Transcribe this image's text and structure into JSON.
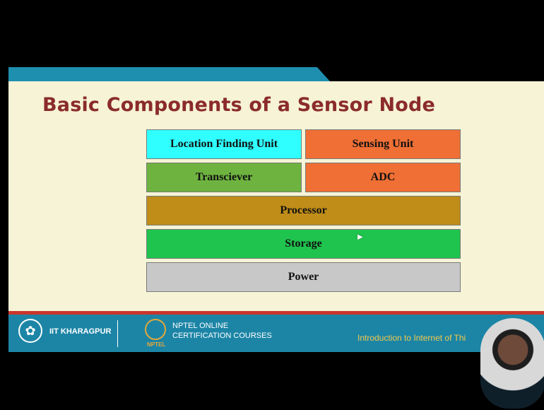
{
  "slide": {
    "title": "Basic Components of a Sensor Node",
    "boxes": [
      {
        "label": "Location Finding Unit",
        "color": "#2fffff"
      },
      {
        "label": "Sensing Unit",
        "color": "#ef6f35"
      },
      {
        "label": "Transciever",
        "color": "#6eb33f"
      },
      {
        "label": "ADC",
        "color": "#ef6f35"
      },
      {
        "label": "Processor",
        "color": "#bf8d18"
      },
      {
        "label": "Storage",
        "color": "#1fc44e"
      },
      {
        "label": "Power",
        "color": "#c8c8c8"
      }
    ]
  },
  "footer": {
    "institute": "IIT KHARAGPUR",
    "nptel_line1": "NPTEL ONLINE",
    "nptel_line2": "CERTIFICATION COURSES",
    "nptel_logo_text": "NPTEL",
    "course": "Introduction to Internet of Thi"
  },
  "colors": {
    "title": "#8b2b2b",
    "banner": "#1f8fb0",
    "footer": "#1c85a6",
    "footer_line": "#c9362c",
    "slide_bg": "#f6f3d6",
    "course_text": "#f2c94c"
  },
  "icons": {
    "seal": "iit-kharagpur-seal-icon",
    "nptel": "nptel-logo-icon",
    "cursor": "mouse-cursor-icon"
  }
}
